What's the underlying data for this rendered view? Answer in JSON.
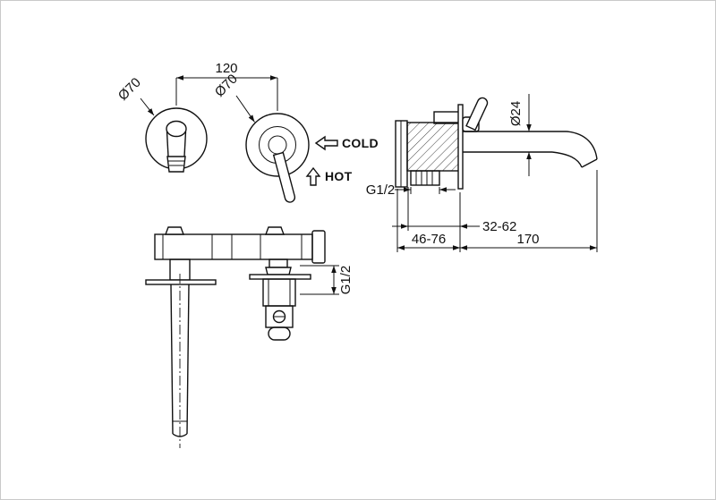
{
  "colors": {
    "line": "#111111",
    "background": "#ffffff",
    "border": "#c9c9c9"
  },
  "views": {
    "front": {
      "dim_spacing": "120",
      "dia_left": "Ø70",
      "dia_right": "Ø70",
      "cold_label": "COLD",
      "hot_label": "HOT"
    },
    "plan": {
      "thread_label": "G1/2"
    },
    "side": {
      "spout_dia": "Ø24",
      "thread_label": "G1/2",
      "depth_range": "32-62",
      "total_depth_range": "46-76",
      "spout_length": "170"
    }
  }
}
